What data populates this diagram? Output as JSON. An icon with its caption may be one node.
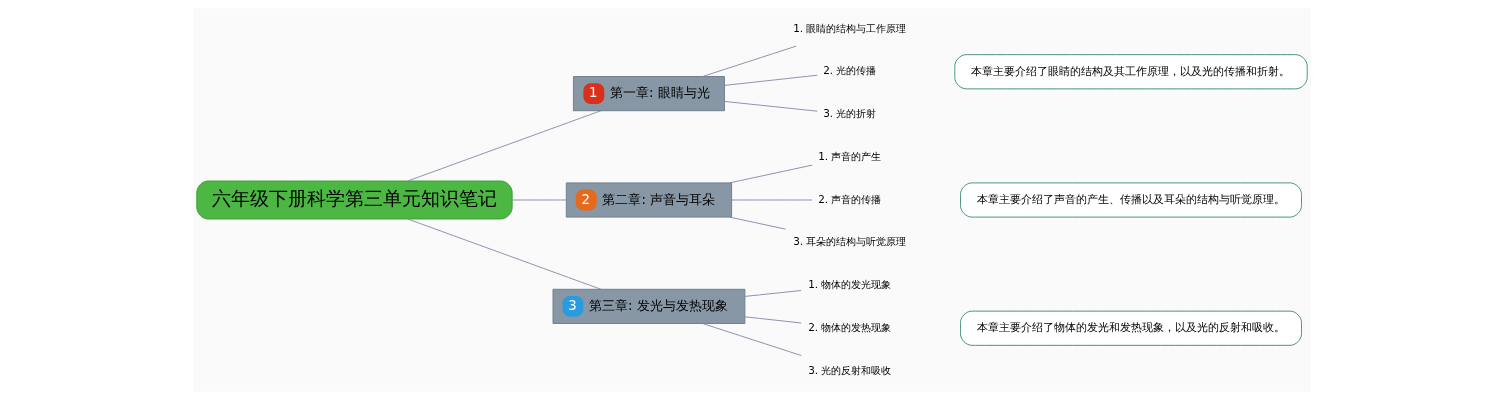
{
  "diagram": {
    "nodes": [
      {
        "text": [
          "六年级下册科学第三单元知识笔记"
        ]
      },
      {
        "text": [
          "1",
          "第一章: 眼睛与光"
        ]
      },
      {
        "text": [
          "1. 眼睛的结构与工作原理"
        ]
      },
      {
        "text": [
          "2. 光的传播"
        ]
      },
      {
        "text": [
          "3. 光的折射"
        ]
      },
      {
        "text": [
          "本章主要介绍了眼睛的结构及其工作原理，以及光的传播和折射。"
        ]
      },
      {
        "text": [
          "2",
          "第二章: 声音与耳朵"
        ]
      },
      {
        "text": [
          "1. 声音的产生"
        ]
      },
      {
        "text": [
          "2. 声音的传播"
        ]
      },
      {
        "text": [
          "3. 耳朵的结构与听觉原理"
        ]
      },
      {
        "text": [
          "本章主要介绍了声音的产生、传播以及耳朵的结构与听觉原理。"
        ]
      },
      {
        "text": [
          "3",
          "第三章: 发光与发热现象"
        ]
      },
      {
        "text": [
          "1. 物体的发光现象"
        ]
      },
      {
        "text": [
          "2. 物体的发热现象"
        ]
      },
      {
        "text": [
          "3. 光的反射和吸收"
        ]
      },
      {
        "text": [
          "本章主要介绍了物体的发光和发热现象，以及光的反射和吸收。"
        ]
      }
    ],
    "edges": [
      {
        "from": 0,
        "to": 1,
        "arrow": "none"
      },
      {
        "from": 1,
        "to": 2,
        "arrow": "none"
      },
      {
        "from": 1,
        "to": 3,
        "arrow": "none"
      },
      {
        "from": 1,
        "to": 4,
        "arrow": "none"
      },
      {
        "from": 0,
        "to": 6,
        "arrow": "none"
      },
      {
        "from": 6,
        "to": 7,
        "arrow": "none"
      },
      {
        "from": 6,
        "to": 8,
        "arrow": "none"
      },
      {
        "from": 6,
        "to": 9,
        "arrow": "none"
      },
      {
        "from": 0,
        "to": 11,
        "arrow": "none"
      },
      {
        "from": 11,
        "to": 12,
        "arrow": "none"
      },
      {
        "from": 11,
        "to": 13,
        "arrow": "none"
      },
      {
        "from": 11,
        "to": 14,
        "arrow": "none"
      }
    ]
  }
}
